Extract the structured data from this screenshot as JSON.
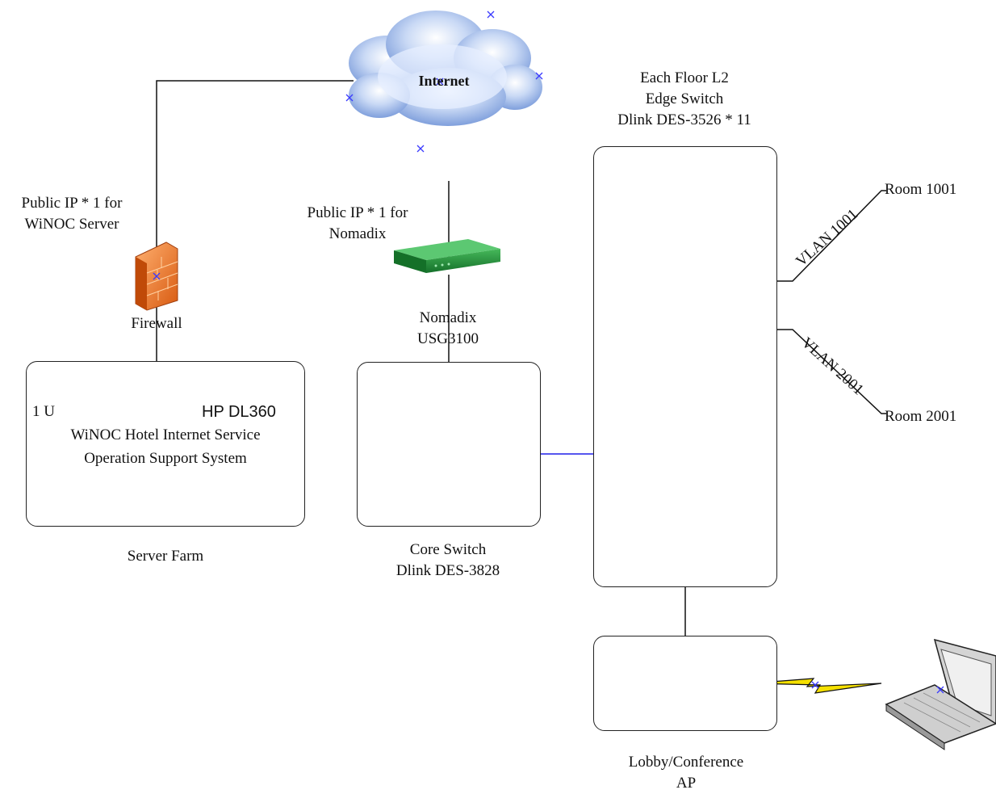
{
  "diagram": {
    "internet_label": "Internet",
    "public_ip_winoc": [
      "Public IP * 1 for",
      "WiNOC Server"
    ],
    "public_ip_nomadix": [
      "Public IP * 1 for",
      "Nomadix"
    ],
    "firewall_label": "Firewall",
    "nomadix_label": [
      "Nomadix",
      "USG3100"
    ],
    "server_box": {
      "size": "1 U",
      "model": "HP DL360",
      "desc_line1": "WiNOC Hotel Internet Service",
      "desc_line2": "Operation Support System"
    },
    "server_farm_label": "Server Farm",
    "core_switch_label": [
      "Core Switch",
      "Dlink DES-3828"
    ],
    "edge_switch_label": [
      "Each Floor L2",
      "Edge Switch",
      "Dlink DES-3526 * 11"
    ],
    "vlan_top": "VLAN 1001",
    "vlan_bottom": "VLAN 2001",
    "room_top": "Room 1001",
    "room_bottom": "Room 2001",
    "ap_label": [
      "Lobby/Conference",
      "AP"
    ],
    "edge_switch_count": 11,
    "colors": {
      "link_blue": "#1f1fe8",
      "firewall": "#f07830",
      "router_green": "#1e8a35",
      "cloud": "#8fb2e8",
      "bolt": "#f5e000",
      "marker": "#3a3aff"
    }
  }
}
